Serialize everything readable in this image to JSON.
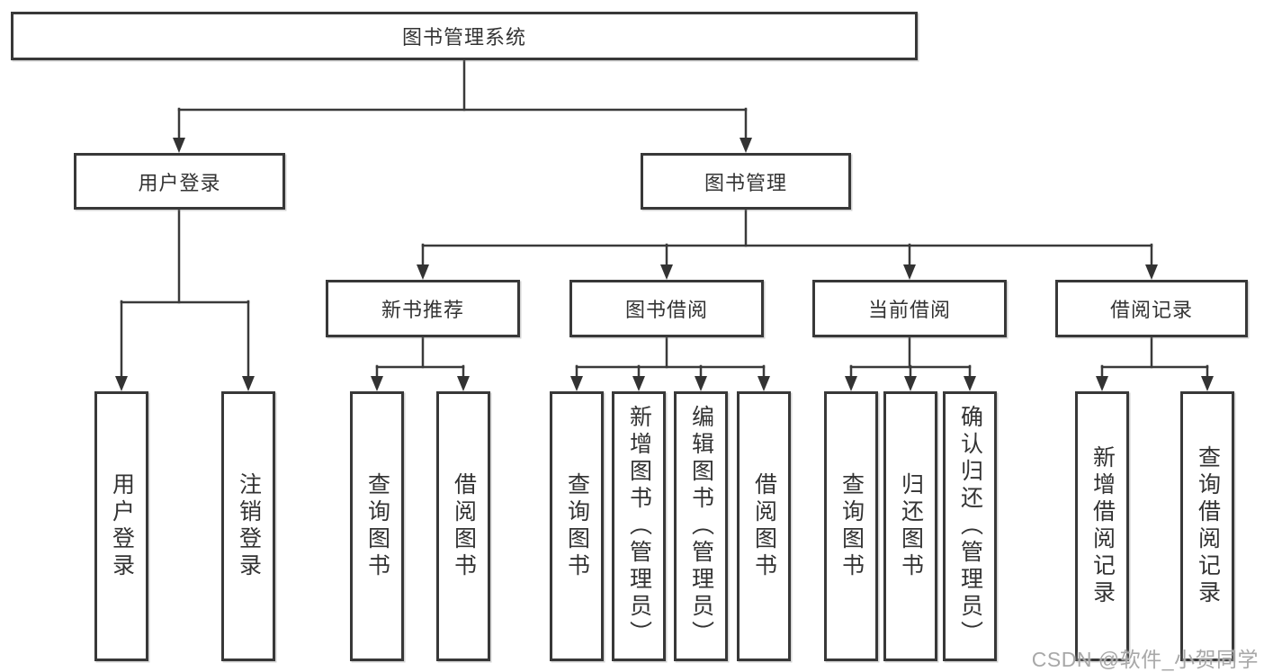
{
  "diagram": {
    "root": {
      "label": "图书管理系统"
    },
    "branches": [
      {
        "label": "用户登录",
        "leaves": [
          {
            "label": "用户登录"
          },
          {
            "label": "注销登录"
          }
        ]
      },
      {
        "label": "图书管理",
        "sections": [
          {
            "label": "新书推荐",
            "leaves": [
              {
                "label": "查询图书"
              },
              {
                "label": "借阅图书"
              }
            ]
          },
          {
            "label": "图书借阅",
            "leaves": [
              {
                "label": "查询图书"
              },
              {
                "label": "新增图书（管理员）"
              },
              {
                "label": "编辑图书（管理员）"
              },
              {
                "label": "借阅图书"
              }
            ]
          },
          {
            "label": "当前借阅",
            "leaves": [
              {
                "label": "查询图书"
              },
              {
                "label": "归还图书"
              },
              {
                "label": "确认归还（管理员）"
              }
            ]
          },
          {
            "label": "借阅记录",
            "leaves": [
              {
                "label": "新增借阅记录"
              },
              {
                "label": "查询借阅记录"
              }
            ]
          }
        ]
      }
    ]
  },
  "watermark": {
    "text": "CSDN @软件_小贺同学"
  },
  "colors": {
    "line": "#3a3a3a",
    "border": "#383838",
    "text": "#333333",
    "watermark": "#a8a8a8",
    "box_bg": "#ffffff",
    "page_bg": "#ffffff"
  }
}
